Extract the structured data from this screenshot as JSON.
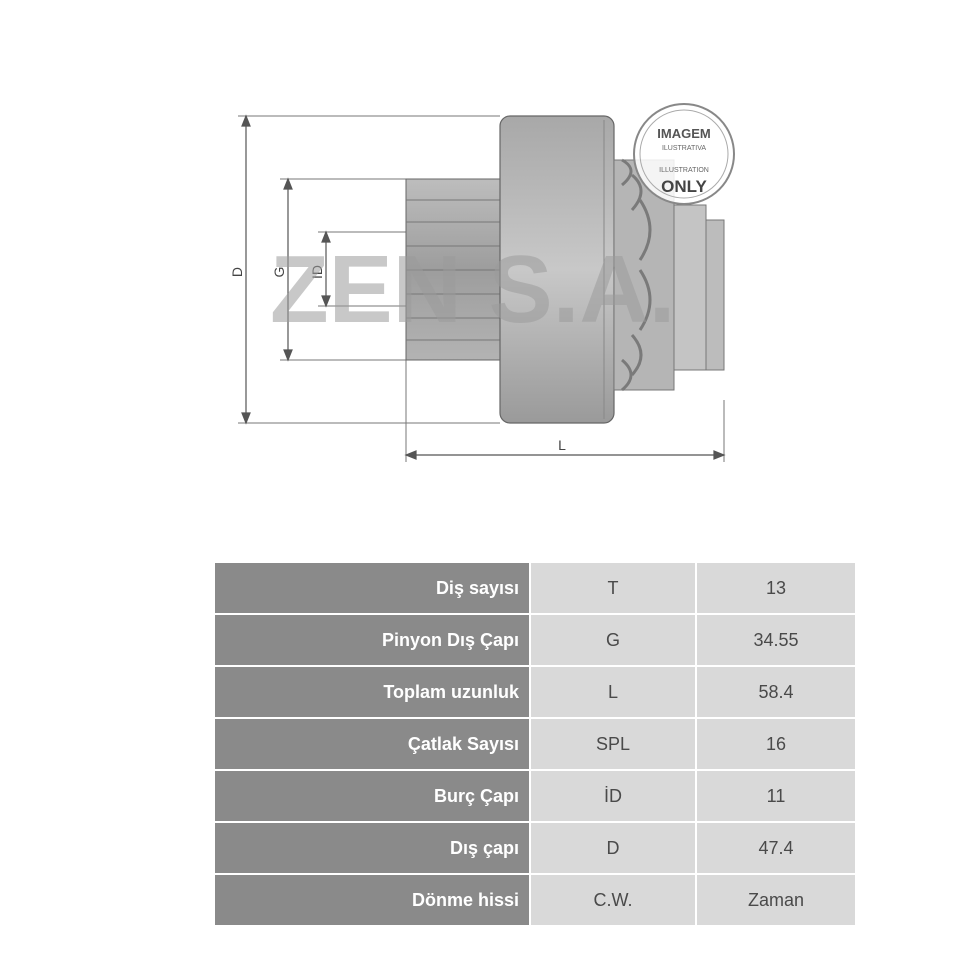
{
  "drawing": {
    "dimension_labels": {
      "d": "D",
      "g": "G",
      "id": "ID",
      "l": "L"
    },
    "watermark": "ZEN S.A.",
    "stamp": {
      "top": "IMAGEM",
      "sub1": "ILUSTRATIVA",
      "sub2": "ILLUSTRATION",
      "bottom": "ONLY"
    }
  },
  "specs": [
    {
      "label": "Diş sayısı",
      "symbol": "T",
      "value": "13"
    },
    {
      "label": "Pinyon Dış Çapı",
      "symbol": "G",
      "value": "34.55"
    },
    {
      "label": "Toplam uzunluk",
      "symbol": "L",
      "value": "58.4"
    },
    {
      "label": "Çatlak Sayısı",
      "symbol": "SPL",
      "value": "16"
    },
    {
      "label": "Burç Çapı",
      "symbol": "İD",
      "value": "11"
    },
    {
      "label": "Dış çapı",
      "symbol": "D",
      "value": "47.4"
    },
    {
      "label": "Dönme hissi",
      "symbol": "C.W.",
      "value": "Zaman"
    }
  ]
}
